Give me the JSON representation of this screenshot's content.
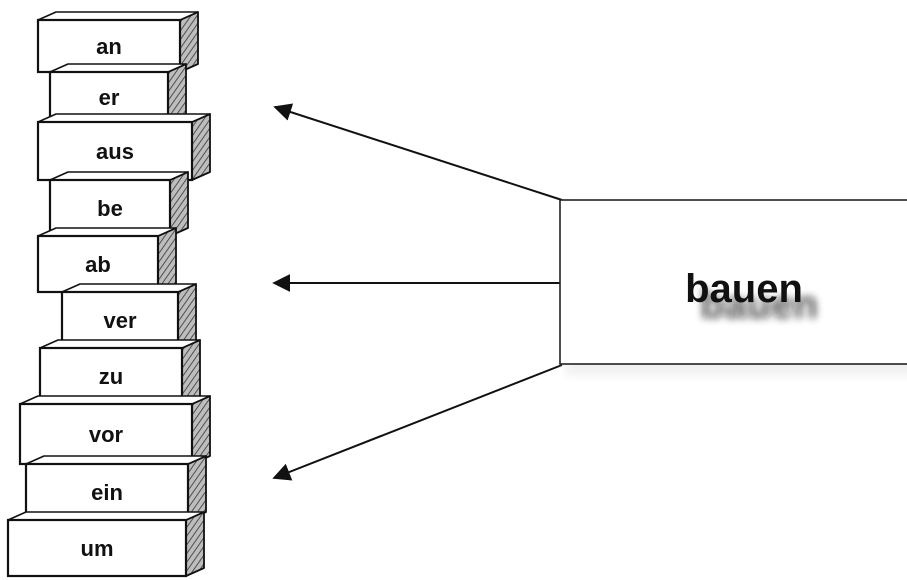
{
  "prefix_stack": {
    "prefixes": [
      "an",
      "er",
      "aus",
      "be",
      "ab",
      "ver",
      "zu",
      "vor",
      "ein",
      "um"
    ]
  },
  "root_word": {
    "label": "bauen"
  },
  "colors": {
    "ink": "#111111",
    "paper": "#ffffff",
    "hatch": "#555555"
  }
}
